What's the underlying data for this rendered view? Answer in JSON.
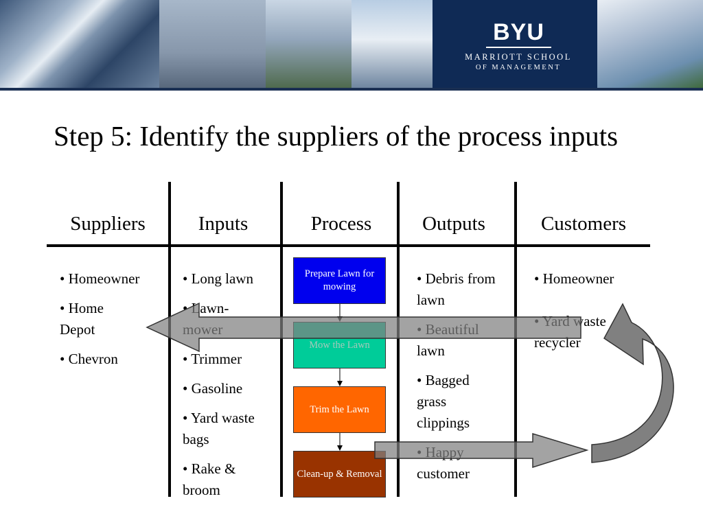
{
  "banner": {
    "logo_text": "BYU",
    "school_line1": "MARRIOTT SCHOOL",
    "school_line2": "OF MANAGEMENT"
  },
  "slide": {
    "title": "Step 5: Identify the suppliers of the process inputs"
  },
  "diagram": {
    "headers": {
      "suppliers": "Suppliers",
      "inputs": "Inputs",
      "process": "Process",
      "outputs": "Outputs",
      "customers": "Customers"
    },
    "suppliers": [
      "• Homeowner",
      "• Home Depot",
      "• Chevron"
    ],
    "inputs": [
      "• Long lawn",
      "• Lawn-mower",
      "• Trimmer",
      "• Gasoline",
      "• Yard waste bags",
      "• Rake & broom"
    ],
    "process_steps": [
      "Prepare Lawn for mowing",
      "Mow the Lawn",
      "Trim the Lawn",
      "Clean-up & Removal"
    ],
    "outputs": [
      "• Debris from lawn",
      "• Beautiful lawn",
      "• Bagged grass clippings",
      "• Happy customer"
    ],
    "customers": [
      "• Homeowner",
      "• Yard waste recycler"
    ],
    "colors": {
      "step1": "#0000ee",
      "step2": "#00cc99",
      "step3": "#ff6600",
      "step4": "#993300",
      "arrow_fill": "#808080"
    }
  }
}
